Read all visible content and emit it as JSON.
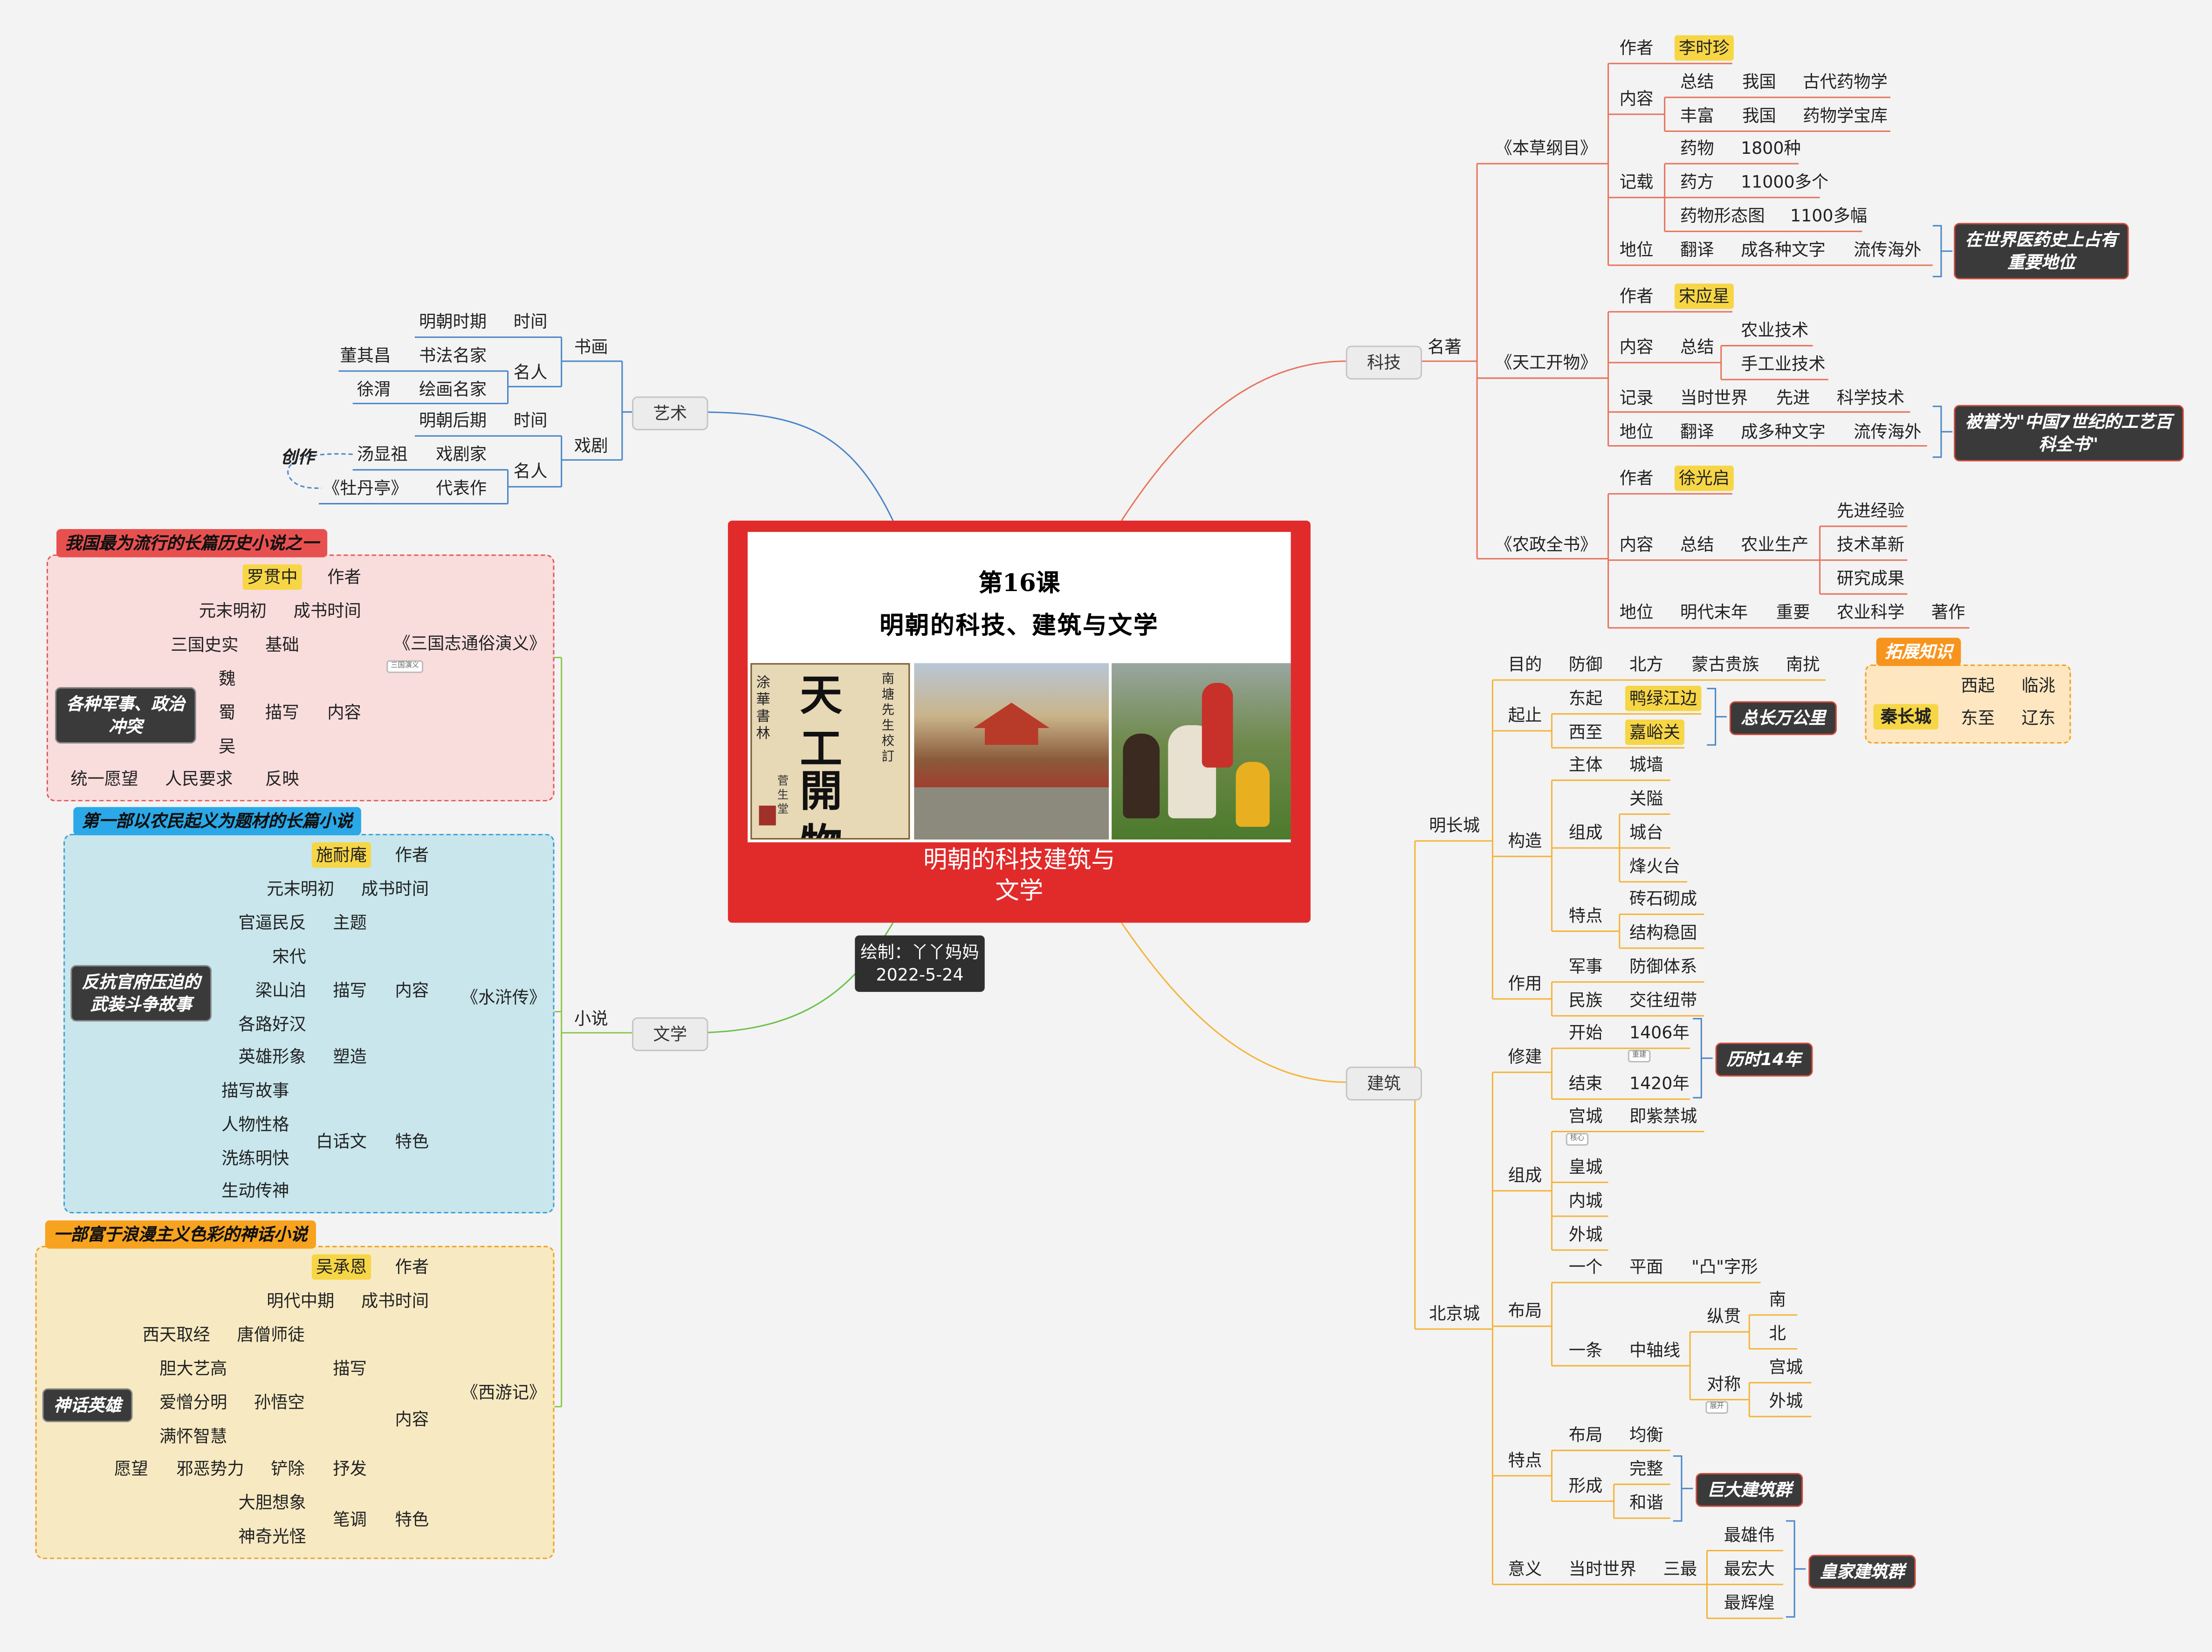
{
  "central": {
    "title_line1": "第16课",
    "title_line2": "明朝的科技、建筑与文学",
    "caption_line1": "明朝的科技建筑与",
    "caption_line2": "文学",
    "book_cover_chars": [
      "天工",
      "開物"
    ],
    "book_side_text": "南塘先生校訂",
    "book_left_text": "涂華書林",
    "book_bottom_text": "菅生堂"
  },
  "credit": {
    "line1": "绘制：丫丫妈妈",
    "line2": "2022-5-24"
  },
  "branches": {
    "tech": "科技",
    "arch": "建筑",
    "art": "艺术",
    "lit": "文学"
  },
  "tech": {
    "mingzhu": "名著",
    "bencao": {
      "title": "《本草纲目》",
      "author_label": "作者",
      "author": "李时珍",
      "content_label": "内容",
      "content_rows": [
        [
          "总结",
          "我国",
          "古代药物学"
        ],
        [
          "丰富",
          "我国",
          "药物学宝库"
        ]
      ],
      "record_label": "记载",
      "record_rows": [
        [
          "药物",
          "1800种"
        ],
        [
          "药方",
          "11000多个"
        ],
        [
          "药物形态图",
          "1100多幅"
        ]
      ],
      "status_row": [
        "地位",
        "翻译",
        "成各种文字",
        "流传海外"
      ],
      "note": [
        "在世界医药史上占有",
        "重要地位"
      ]
    },
    "tiangong": {
      "title": "《天工开物》",
      "author_label": "作者",
      "author": "宋应星",
      "content_label": "内容",
      "summary": "总结",
      "items": [
        "农业技术",
        "手工业技术"
      ],
      "record_row": [
        "记录",
        "当时世界",
        "先进",
        "科学技术"
      ],
      "status_row": [
        "地位",
        "翻译",
        "成多种文字",
        "流传海外"
      ],
      "note": [
        "被誉为\"中国7世纪的工艺百",
        "科全书\""
      ]
    },
    "nongzheng": {
      "title": "《农政全书》",
      "author_label": "作者",
      "author": "徐光启",
      "content_row": [
        "内容",
        "总结",
        "农业生产"
      ],
      "items": [
        "先进经验",
        "技术革新",
        "研究成果"
      ],
      "status_row": [
        "地位",
        "明代末年",
        "重要",
        "农业科学",
        "著作"
      ]
    }
  },
  "arch": {
    "great_wall": {
      "label": "明长城",
      "purpose_row": [
        "目的",
        "防御",
        "北方",
        "蒙古贵族",
        "南扰"
      ],
      "start_label": "起止",
      "east": [
        "东起",
        "鸭绿江边"
      ],
      "west": [
        "西至",
        "嘉峪关"
      ],
      "note": "总长万公里",
      "structure": "构造",
      "main_row": [
        "主体",
        "城墙"
      ],
      "composition": "组成",
      "comp_items": [
        "关隘",
        "城台",
        "烽火台"
      ],
      "feature": "特点",
      "feature_items": [
        "砖石砌成",
        "结构稳固"
      ],
      "effect": "作用",
      "effect_rows": [
        [
          "军事",
          "防御体系"
        ],
        [
          "民族",
          "交往纽带"
        ]
      ]
    },
    "extension": {
      "tag": "拓展知识",
      "wall": "秦长城",
      "rows": [
        [
          "西起",
          "临洮"
        ],
        [
          "东至",
          "辽东"
        ]
      ]
    },
    "beijing": {
      "label": "北京城",
      "build": "修建",
      "start_row": [
        "开始",
        "1406年"
      ],
      "end_row": [
        "结束",
        "1420年"
      ],
      "build_tag": "重建",
      "note": "历时14年",
      "composition": "组成",
      "palace_row": [
        "宫城",
        "即紫禁城"
      ],
      "core_tag": "核心",
      "comp_items": [
        "皇城",
        "内城",
        "外城"
      ],
      "layout": "布局",
      "layout_row1": [
        "一个",
        "平面",
        "\"凸\"字形"
      ],
      "layout_row2": [
        "一条",
        "中轴线"
      ],
      "vertical": "纵贯",
      "vertical_items": [
        "南",
        "北"
      ],
      "symmetric": "对称",
      "sym_items": [
        "宫城",
        "外城"
      ],
      "sym_tag": "展开",
      "feature": "特点",
      "feat_layout": [
        "布局",
        "均衡"
      ],
      "feat_form": "形成",
      "feat_items": [
        "完整",
        "和谐"
      ],
      "feat_note": "巨大建筑群",
      "meaning_row": [
        "意义",
        "当时世界",
        "三最"
      ],
      "meaning_items": [
        "最雄伟",
        "最宏大",
        "最辉煌"
      ],
      "meaning_note": "皇家建筑群"
    }
  },
  "art": {
    "calligraphy": "书画",
    "callig_time": [
      "明朝时期",
      "时间"
    ],
    "famous": "名人",
    "callig_people": [
      [
        "董其昌",
        "书法名家"
      ],
      [
        "徐渭",
        "绘画名家"
      ]
    ],
    "drama": "戏剧",
    "drama_time": [
      "明朝后期",
      "时间"
    ],
    "drama_people": [
      [
        "汤显祖",
        "戏剧家"
      ],
      [
        "《牡丹亭》",
        "代表作"
      ]
    ],
    "create": "创作"
  },
  "lit": {
    "novel": "小说",
    "sanguo": {
      "banner": "我国最为流行的长篇历史小说之一",
      "title": "《三国志通俗演义》",
      "tag": "三国演义",
      "author": [
        "罗贯中",
        "作者"
      ],
      "time": [
        "元末明初",
        "成书时间"
      ],
      "content": "内容",
      "basis": [
        "三国史实",
        "基础"
      ],
      "describe": "描写",
      "kingdoms": [
        "魏",
        "蜀",
        "吴"
      ],
      "note": [
        "各种军事、政治",
        "冲突"
      ],
      "reflect": [
        "统一愿望",
        "人民要求",
        "反映"
      ]
    },
    "shuihu": {
      "banner": "第一部以农民起义为题材的长篇小说",
      "title": "《水浒传》",
      "author": [
        "施耐庵",
        "作者"
      ],
      "time": [
        "元末明初",
        "成书时间"
      ],
      "theme": [
        "官逼民反",
        "主题"
      ],
      "content": "内容",
      "describe": "描写",
      "items": [
        "宋代",
        "梁山泊",
        "各路好汉"
      ],
      "note": [
        "反抗官府压迫的",
        "武装斗争故事"
      ],
      "shape": [
        "英雄形象",
        "塑造"
      ],
      "features": [
        "描写故事",
        "人物性格",
        "洗练明快",
        "生动传神"
      ],
      "vernacular": "白话文",
      "feature": "特色"
    },
    "xiyou": {
      "banner": "一部富于浪漫主义色彩的神话小说",
      "title": "《西游记》",
      "author": [
        "吴承恩",
        "作者"
      ],
      "time": [
        "明代中期",
        "成书时间"
      ],
      "monk": [
        "西天取经",
        "唐僧师徒"
      ],
      "describe": "描写",
      "content": "内容",
      "items": [
        "胆大艺高",
        "爱憎分明",
        "满怀智慧"
      ],
      "wukong": "孙悟空",
      "note": "神话英雄",
      "wish": [
        "愿望",
        "邪恶势力",
        "铲除",
        "抒发"
      ],
      "styles": [
        "大胆想象",
        "神奇光怪"
      ],
      "brush": "笔调",
      "feature": "特色"
    }
  }
}
